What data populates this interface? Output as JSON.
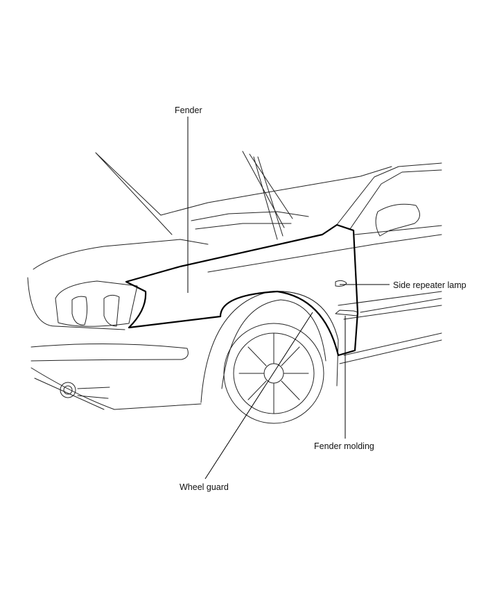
{
  "diagram": {
    "labels": {
      "fender": "Fender",
      "side_repeater_lamp": "Side repeater lamp",
      "fender_molding": "Fender molding",
      "wheel_guard": "Wheel guard"
    },
    "colors": {
      "line": "#000000",
      "background": "#ffffff"
    }
  }
}
